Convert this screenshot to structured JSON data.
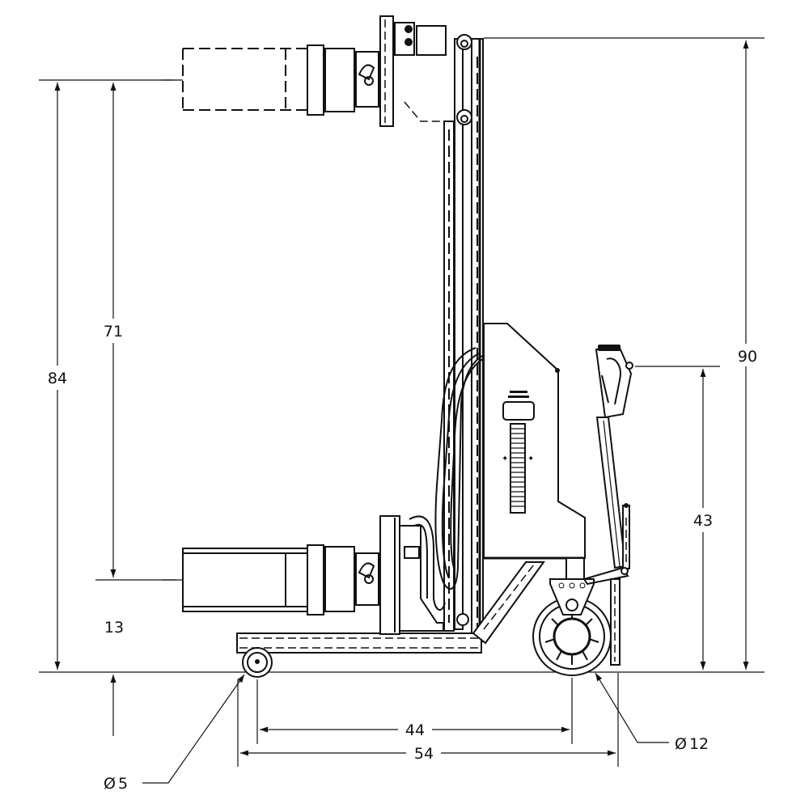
{
  "drawing": {
    "title": "Drum handler side elevation with overall dimensions",
    "units_note": "",
    "colors": {
      "line": "#111111",
      "background": "#ffffff"
    }
  },
  "dimensions": {
    "overall_height": {
      "label": "90",
      "orientation": "vertical"
    },
    "lifted_drum_center_height": {
      "label": "84",
      "orientation": "vertical"
    },
    "lift_travel": {
      "label": "71",
      "orientation": "vertical"
    },
    "lowered_drum_center_height": {
      "label": "13",
      "orientation": "vertical"
    },
    "handle_height": {
      "label": "43",
      "orientation": "vertical"
    },
    "wheelbase": {
      "label": "44",
      "orientation": "horizontal"
    },
    "overall_length": {
      "label": "54",
      "orientation": "horizontal"
    },
    "caster_diameter": {
      "symbol": "Ø",
      "value": "5"
    },
    "drive_wheel_diameter": {
      "symbol": "Ø",
      "value": "12"
    }
  },
  "components": [
    "mast",
    "carriage-lifted",
    "drum-clamp-lifted",
    "carriage-lowered",
    "drum-clamp-lowered",
    "hydraulic-hoses",
    "battery-power-unit",
    "control-handle",
    "drive-wheel",
    "caster-wheel",
    "base-frame"
  ]
}
